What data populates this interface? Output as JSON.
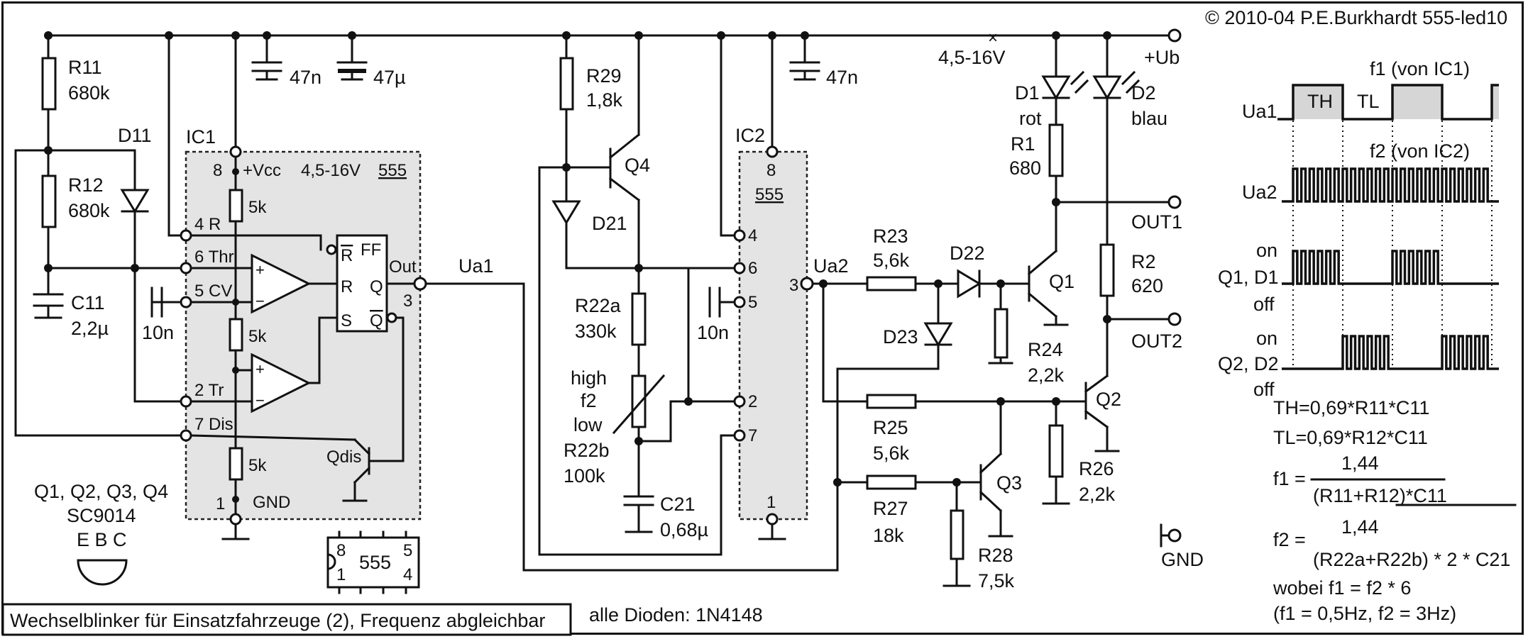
{
  "copyright": "© 2010-04 P.E.Burkhardt 555-led10",
  "caption": "Wechselblinker für Einsatzfahrzeuge (2), Frequenz abgleichbar",
  "diodes_note": "alle Dioden: 1N4148",
  "supply": {
    "range": "4,5-16V",
    "plus": "+Ub",
    "gnd": "GND"
  },
  "components": {
    "r11": [
      "R11",
      "680k"
    ],
    "r12": [
      "R12",
      "680k"
    ],
    "c11": [
      "C11",
      "2,2µ"
    ],
    "d11": "D11",
    "c47n_a": "47n",
    "c47u": "47µ",
    "c47n_b": "47n",
    "c10n_a": "10n",
    "c10n_b": "10n",
    "r29": [
      "R29",
      "1,8k"
    ],
    "q4": "Q4",
    "d21": "D21",
    "r22a": [
      "R22a",
      "330k"
    ],
    "r22b": [
      "high",
      "f2",
      "low",
      "R22b",
      "100k"
    ],
    "c21": [
      "C21",
      "0,68µ"
    ],
    "r23": [
      "R23",
      "5,6k"
    ],
    "d22": "D22",
    "d23": "D23",
    "r24": [
      "R24",
      "2,2k"
    ],
    "q1": "Q1",
    "d1": [
      "D1",
      "rot"
    ],
    "r1": [
      "R1",
      "680"
    ],
    "d2": [
      "D2",
      "blau"
    ],
    "r2": [
      "R2",
      "620"
    ],
    "q2": "Q2",
    "r26": [
      "R26",
      "2,2k"
    ],
    "r25": [
      "R25",
      "5,6k"
    ],
    "r27": [
      "R27",
      "18k"
    ],
    "q3": "Q3",
    "r28": [
      "R28",
      "7,5k"
    ],
    "out1": "OUT1",
    "out2": "OUT2",
    "ua1": "Ua1",
    "ua2": "Ua2"
  },
  "ic1": {
    "name": "IC1",
    "type": "555",
    "vcc": "+Vcc",
    "range": "4,5-16V",
    "r5k": "5k",
    "ff": "FF",
    "qdis": "Qdis",
    "out": "Out",
    "pins": {
      "p8": "8",
      "p4": "4 R",
      "p6": "6 Thr",
      "p5": "5 CV",
      "p2": "2 Tr",
      "p7": "7 Dis",
      "p1": "1",
      "gnd": "GND",
      "p3": "3"
    },
    "ff_pins": {
      "rbar": "R",
      "r": "R",
      "s": "S",
      "q": "Q",
      "qbar": "Q"
    }
  },
  "ic2": {
    "name": "IC2",
    "type": "555",
    "pins": [
      "8",
      "4",
      "6",
      "5",
      "3",
      "2",
      "7",
      "1"
    ]
  },
  "transistor_note": {
    "line1": "Q1, Q2, Q3, Q4",
    "line2": "SC9014",
    "pins": "E B C"
  },
  "package": {
    "label": "555",
    "p8": "8",
    "p1": "1",
    "p5": "5",
    "p4": "4"
  },
  "timing": {
    "f1_title": "f1 (von IC1)",
    "f2_title": "f2 (von IC2)",
    "th": "TH",
    "tl": "TL",
    "rows": [
      "Ua1",
      "Ua2",
      "Q1, D1",
      "Q2, D2"
    ],
    "on": "on",
    "off": "off"
  },
  "formulas": {
    "th": "TH=0,69*R11*C11",
    "tl": "TL=0,69*R12*C11",
    "f1_lhs": "f1 =",
    "f1_num": "1,44",
    "f1_den": "(R11+R12)*C11",
    "f2_lhs": "f2 =",
    "f2_num": "1,44",
    "f2_den": "(R22a+R22b) * 2 * C21",
    "note1": "wobei f1 = f2 * 6",
    "note2": "(f1 = 0,5Hz, f2 = 3Hz)"
  }
}
